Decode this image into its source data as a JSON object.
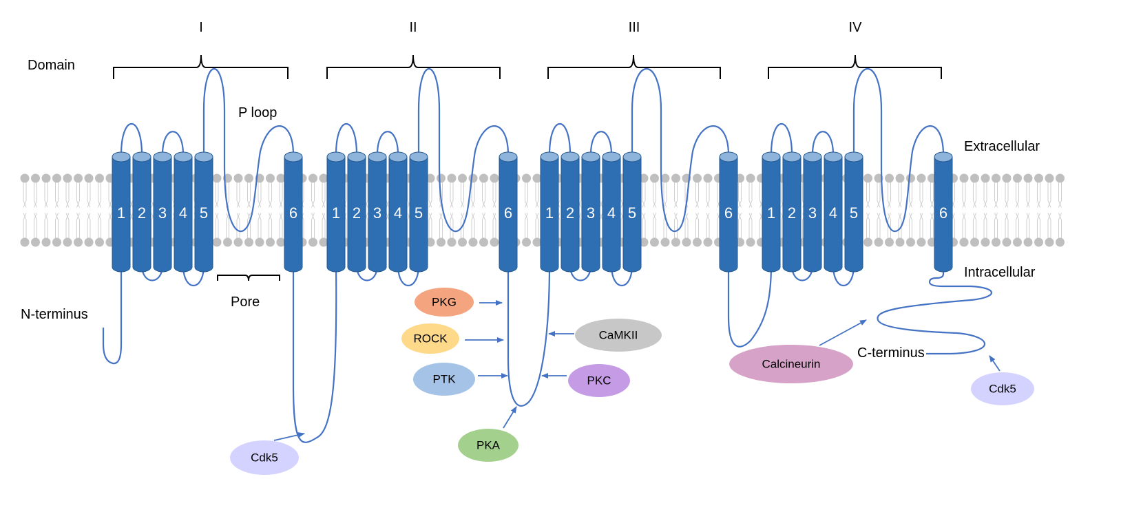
{
  "domains": [
    {
      "numeral": "I",
      "helices": [
        "1",
        "2",
        "3",
        "4",
        "5",
        "6"
      ]
    },
    {
      "numeral": "II",
      "helices": [
        "1",
        "2",
        "3",
        "4",
        "5",
        "6"
      ]
    },
    {
      "numeral": "III",
      "helices": [
        "1",
        "2",
        "3",
        "4",
        "5",
        "6"
      ]
    },
    {
      "numeral": "IV",
      "helices": [
        "1",
        "2",
        "3",
        "4",
        "5",
        "6"
      ]
    }
  ],
  "labels": {
    "domain": "Domain",
    "p_loop": "P loop",
    "pore": "Pore",
    "extracellular": "Extracellular",
    "intracellular": "Intracellular",
    "n_terminus": "N-terminus",
    "c_terminus": "C-terminus"
  },
  "kinases": {
    "pkg": {
      "label": "PKG",
      "color": "#f4a47f"
    },
    "rock": {
      "label": "ROCK",
      "color": "#ffd98a"
    },
    "ptk": {
      "label": "PTK",
      "color": "#a4c3e6"
    },
    "pka": {
      "label": "PKA",
      "color": "#a4d08d"
    },
    "camkii": {
      "label": "CaMKII",
      "color": "#c7c7c7"
    },
    "pkc": {
      "label": "PKC",
      "color": "#c49be4"
    },
    "calcineurin": {
      "label": "Calcineurin",
      "color": "#d7a2c7"
    },
    "cdk5_left": {
      "label": "Cdk5",
      "color": "#d4d3ff"
    },
    "cdk5_right": {
      "label": "Cdk5",
      "color": "#d4d3ff"
    }
  },
  "colors": {
    "helix": "#2e6fb3",
    "helix_cap": "#8fb4dc",
    "chain": "#4472c4",
    "membrane_head": "#bfbfbf",
    "arrow": "#4472c4"
  }
}
